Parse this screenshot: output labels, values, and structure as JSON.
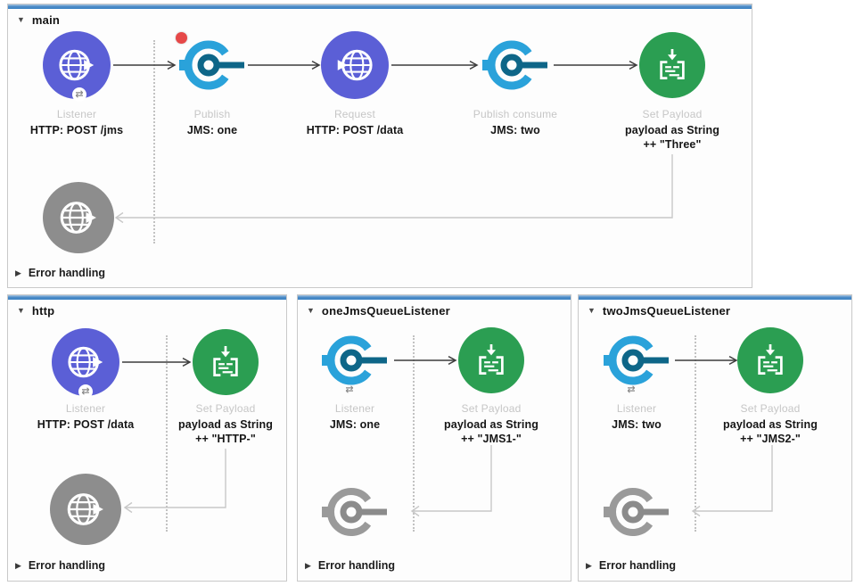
{
  "colors": {
    "http_connector": "#5b5fd6",
    "jms_ring": "#2aa2da",
    "jms_dark": "#0e6688",
    "set_payload_green": "#2b9e52",
    "disabled_gray": "#8d8d8d",
    "flow_bar_blue": "#3b82c4",
    "breakpoint_red": "#e64848",
    "connector_line": "#3c3c3c",
    "return_line": "#c8c8c8"
  },
  "glyphs": {
    "collapse_open": "▼",
    "collapse_closed": "▶",
    "exchange_badge": "⇄"
  },
  "icons": {
    "http": "globe-arrow-icon",
    "jms": "jms-queue-ring-icon",
    "set_payload": "payload-card-icon"
  },
  "flows": {
    "main": {
      "title": "main",
      "error_label": "Error handling",
      "nodes": {
        "listener": {
          "name": "Listener",
          "config": "HTTP: POST /jms"
        },
        "publish": {
          "name": "Publish",
          "config": "JMS: one"
        },
        "request": {
          "name": "Request",
          "config": "HTTP: POST /data"
        },
        "publish_consume": {
          "name": "Publish consume",
          "config": "JMS: two"
        },
        "set_payload": {
          "name": "Set Payload",
          "config1": "payload as String",
          "config2": "++ \"Three\""
        }
      }
    },
    "http": {
      "title": "http",
      "error_label": "Error handling",
      "nodes": {
        "listener": {
          "name": "Listener",
          "config": "HTTP: POST /data"
        },
        "set_payload": {
          "name": "Set Payload",
          "config1": "payload as String",
          "config2": "++ \"HTTP-\""
        }
      }
    },
    "one_jms": {
      "title": "oneJmsQueueListener",
      "error_label": "Error handling",
      "nodes": {
        "listener": {
          "name": "Listener",
          "config": "JMS: one"
        },
        "set_payload": {
          "name": "Set Payload",
          "config1": "payload as String",
          "config2": "++ \"JMS1-\""
        }
      }
    },
    "two_jms": {
      "title": "twoJmsQueueListener",
      "error_label": "Error handling",
      "nodes": {
        "listener": {
          "name": "Listener",
          "config": "JMS: two"
        },
        "set_payload": {
          "name": "Set Payload",
          "config1": "payload as String",
          "config2": "++ \"JMS2-\""
        }
      }
    }
  }
}
